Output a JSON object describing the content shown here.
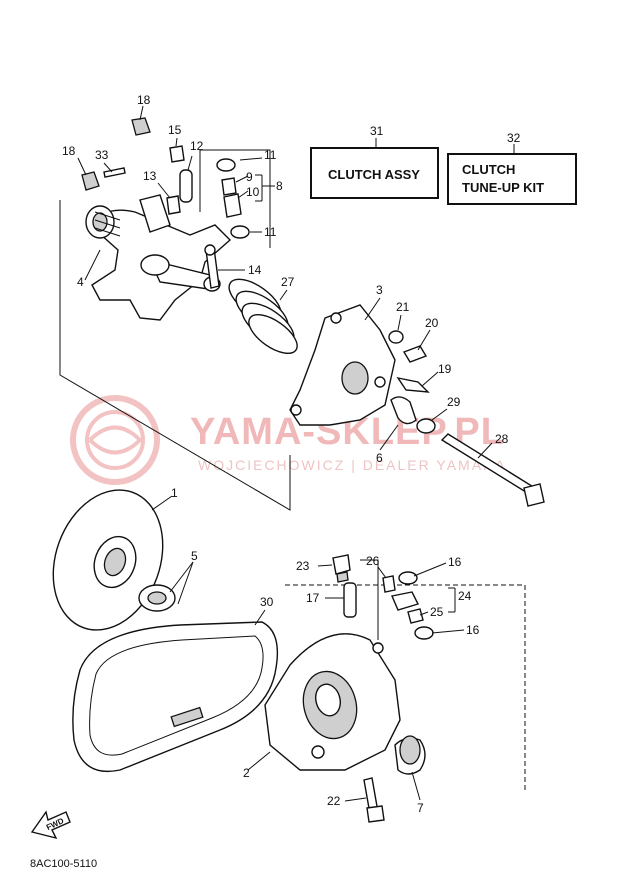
{
  "boxes": {
    "clutch_assy": "CLUTCH ASSY",
    "clutch_tune_up_kit_line1": "CLUTCH",
    "clutch_tune_up_kit_line2": "TUNE-UP KIT"
  },
  "callouts": {
    "n1": "1",
    "n2": "2",
    "n3": "3",
    "n4": "4",
    "n5": "5",
    "n6": "6",
    "n7": "7",
    "n8": "8",
    "n9": "9",
    "n10": "10",
    "n11a": "11",
    "n11b": "11",
    "n12": "12",
    "n13": "13",
    "n14": "14",
    "n15": "15",
    "n16a": "16",
    "n16b": "16",
    "n17": "17",
    "n18a": "18",
    "n18b": "18",
    "n19": "19",
    "n20": "20",
    "n21": "21",
    "n22": "22",
    "n23": "23",
    "n24": "24",
    "n25": "25",
    "n26": "26",
    "n27": "27",
    "n28": "28",
    "n29": "29",
    "n30": "30",
    "n31": "31",
    "n32": "32",
    "n33": "33"
  },
  "watermark": {
    "brand": "YAMA-SKLEP.PL",
    "tagline": "WOJCIECHOWICZ | DEALER YAMAHA"
  },
  "direction_marker": "FWD",
  "document_code": "8AC100-5110",
  "colors": {
    "ink": "#111111",
    "watermark": "#f0b8b8"
  }
}
